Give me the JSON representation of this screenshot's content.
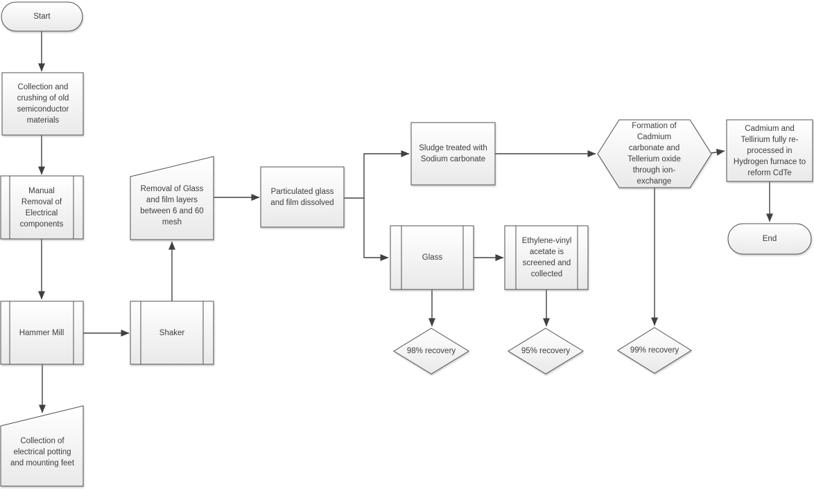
{
  "diagram": {
    "kind": "flowchart",
    "colors": {
      "canvas": "#ffffff",
      "shape_fill_top": "#ffffff",
      "shape_fill_bottom": "#e9e9e9",
      "shape_border": "#4f4f4f",
      "connector": "#404040",
      "text": "#3d3d3d"
    },
    "nodes": {
      "start": {
        "type": "terminator",
        "label": "Start"
      },
      "collection_crushing": {
        "type": "process",
        "label": "Collection and\ncrushing of old\nsemiconductor\nmaterials"
      },
      "manual_removal": {
        "type": "predefined-process",
        "label": "Manual\nRemoval of\nElectrical\ncomponents"
      },
      "hammer_mill": {
        "type": "predefined-process",
        "label": "Hammer Mill"
      },
      "collection_potting": {
        "type": "manual-input",
        "label": "Collection of\nelectrical potting\nand mounting feet"
      },
      "shaker": {
        "type": "predefined-process",
        "label": "Shaker"
      },
      "removal_glass_film": {
        "type": "manual-input",
        "label": "Removal of Glass\nand film layers\nbetween 6 and 60\nmesh"
      },
      "particulated_glass": {
        "type": "process",
        "label": "Particulated glass\nand film dissolved"
      },
      "sludge_treated": {
        "type": "process",
        "label": "Sludge treated with\nSodium carbonate"
      },
      "glass": {
        "type": "predefined-process",
        "label": "Glass"
      },
      "eva_screened": {
        "type": "predefined-process",
        "label": "Ethylene-vinyl\nacetate is\nscreened and\ncollected"
      },
      "recovery_98": {
        "type": "decision",
        "label": "98% recovery"
      },
      "recovery_95": {
        "type": "decision",
        "label": "95% recovery"
      },
      "ion_exchange": {
        "type": "preparation-hexagon",
        "label": "Formation of\nCadmium\ncarbonate and\nTellerium oxide\nthrough ion-\nexchange"
      },
      "recovery_99": {
        "type": "decision",
        "label": "99% recovery"
      },
      "reform_cdte": {
        "type": "process",
        "label": "Cadmium and\nTellirium fully re-\nprocessed in\nHydrogen furnace to\nreform CdTe"
      },
      "end": {
        "type": "terminator",
        "label": "End"
      }
    },
    "edges": [
      {
        "from": "start",
        "to": "collection_crushing"
      },
      {
        "from": "collection_crushing",
        "to": "manual_removal"
      },
      {
        "from": "manual_removal",
        "to": "hammer_mill"
      },
      {
        "from": "hammer_mill",
        "to": "shaker"
      },
      {
        "from": "hammer_mill",
        "to": "collection_potting"
      },
      {
        "from": "shaker",
        "to": "removal_glass_film"
      },
      {
        "from": "removal_glass_film",
        "to": "particulated_glass"
      },
      {
        "from": "particulated_glass",
        "to": "sludge_treated"
      },
      {
        "from": "particulated_glass",
        "to": "glass"
      },
      {
        "from": "sludge_treated",
        "to": "ion_exchange"
      },
      {
        "from": "ion_exchange",
        "to": "reform_cdte"
      },
      {
        "from": "ion_exchange",
        "to": "recovery_99"
      },
      {
        "from": "glass",
        "to": "eva_screened"
      },
      {
        "from": "glass",
        "to": "recovery_98"
      },
      {
        "from": "eva_screened",
        "to": "recovery_95"
      },
      {
        "from": "reform_cdte",
        "to": "end"
      }
    ]
  }
}
